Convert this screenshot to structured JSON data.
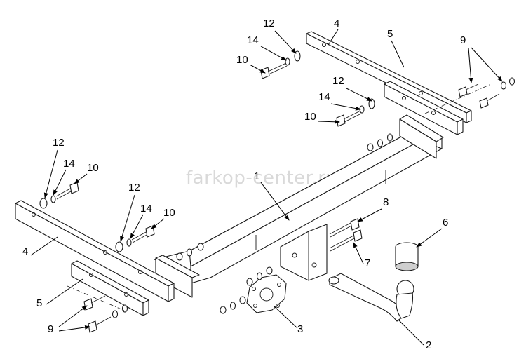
{
  "watermark": "farkop-center.ru",
  "callouts": [
    {
      "id": "c12a",
      "text": "12"
    },
    {
      "id": "c14a",
      "text": "14"
    },
    {
      "id": "c10a",
      "text": "10"
    },
    {
      "id": "c4a",
      "text": "4"
    },
    {
      "id": "c5a",
      "text": "5"
    },
    {
      "id": "c9a",
      "text": "9"
    },
    {
      "id": "c12b",
      "text": "12"
    },
    {
      "id": "c14b",
      "text": "14"
    },
    {
      "id": "c10b",
      "text": "10"
    },
    {
      "id": "c12c",
      "text": "12"
    },
    {
      "id": "c14c",
      "text": "14"
    },
    {
      "id": "c10c",
      "text": "10"
    },
    {
      "id": "c1",
      "text": "1"
    },
    {
      "id": "c12d",
      "text": "12"
    },
    {
      "id": "c14d",
      "text": "14"
    },
    {
      "id": "c10d",
      "text": "10"
    },
    {
      "id": "c8",
      "text": "8"
    },
    {
      "id": "c6",
      "text": "6"
    },
    {
      "id": "c4b",
      "text": "4"
    },
    {
      "id": "c7",
      "text": "7"
    },
    {
      "id": "c5b",
      "text": "5"
    },
    {
      "id": "c3",
      "text": "3"
    },
    {
      "id": "c9b",
      "text": "9"
    },
    {
      "id": "c2",
      "text": "2"
    }
  ]
}
